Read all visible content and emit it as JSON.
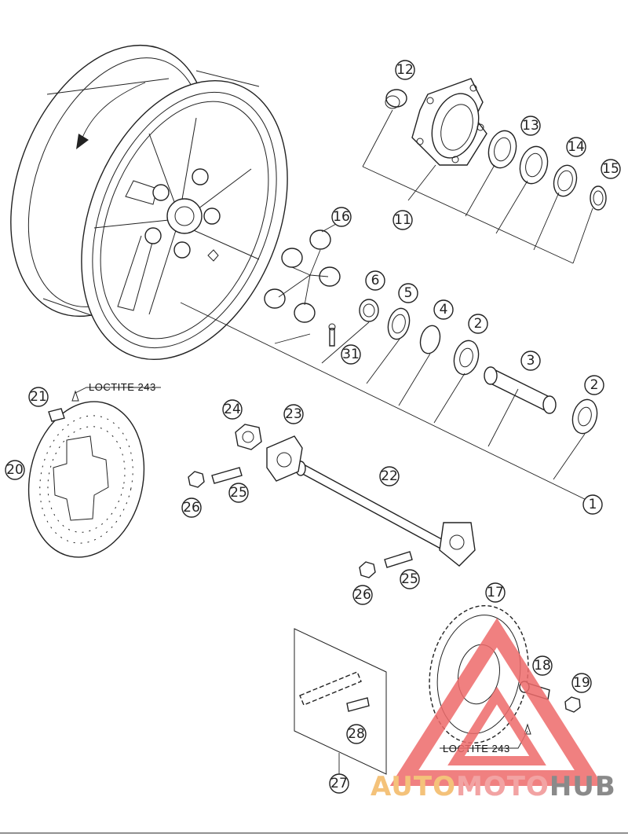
{
  "callout_numbers": [
    "1",
    "2",
    "3",
    "4",
    "5",
    "6",
    "11",
    "12",
    "13",
    "14",
    "15",
    "16",
    "17",
    "18",
    "19",
    "20",
    "21",
    "22",
    "23",
    "24",
    "25",
    "26",
    "27",
    "28",
    "31"
  ],
  "notes": {
    "loctite_top": "LOCTITE 243",
    "loctite_bottom": "LOCTITE 243"
  },
  "watermark": {
    "part1": "AUTO",
    "part2": "MOTO",
    "part3": "HUB",
    "colors": {
      "auto": "#f4c27a",
      "moto": "#f2a3a3",
      "hub": "#8a8a8a",
      "triangle": "#ee6b6b"
    }
  }
}
